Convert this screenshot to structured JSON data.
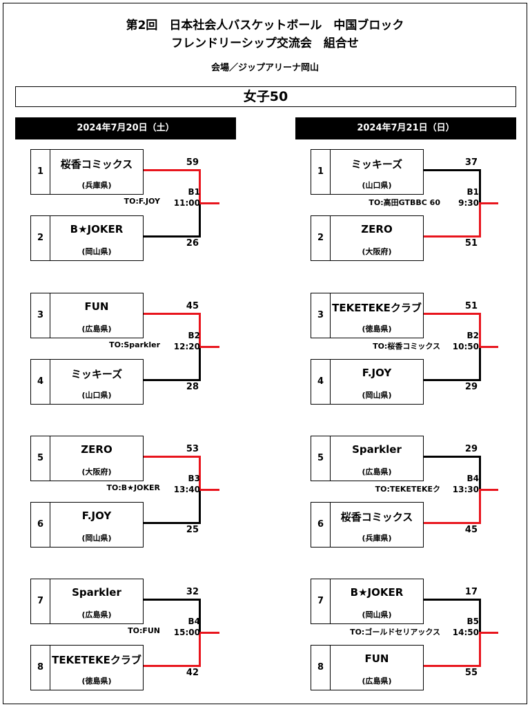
{
  "header": {
    "title_line1": "第2回　日本社会人バスケットボール　中国ブロック",
    "title_line2": "フレンドリーシップ交流会　組合せ",
    "venue": "会場／ジップアリーナ岡山",
    "category": "女子50"
  },
  "days": [
    {
      "date": "2024年7月20日（土）",
      "matches": [
        {
          "top": {
            "seed": "1",
            "name": "桜香コミックス",
            "pref": "(兵庫県)",
            "score": "59"
          },
          "bottom": {
            "seed": "2",
            "name": "B★JOKER",
            "pref": "(岡山県)",
            "score": "26"
          },
          "court": "B1",
          "time": "11:00",
          "to": "TO:F.JOY",
          "winner": "top"
        },
        {
          "top": {
            "seed": "3",
            "name": "FUN",
            "pref": "(広島県)",
            "score": "45"
          },
          "bottom": {
            "seed": "4",
            "name": "ミッキーズ",
            "pref": "(山口県)",
            "score": "28"
          },
          "court": "B2",
          "time": "12:20",
          "to": "TO:Sparkler",
          "winner": "top"
        },
        {
          "top": {
            "seed": "5",
            "name": "ZERO",
            "pref": "(大阪府)",
            "score": "53"
          },
          "bottom": {
            "seed": "6",
            "name": "F.JOY",
            "pref": "(岡山県)",
            "score": "25"
          },
          "court": "B3",
          "time": "13:40",
          "to": "TO:B★JOKER",
          "winner": "top"
        },
        {
          "top": {
            "seed": "7",
            "name": "Sparkler",
            "pref": "(広島県)",
            "score": "32"
          },
          "bottom": {
            "seed": "8",
            "name": "TEKETEKEクラブ",
            "pref": "(徳島県)",
            "score": "42"
          },
          "court": "B4",
          "time": "15:00",
          "to": "TO:FUN",
          "winner": "bottom"
        }
      ]
    },
    {
      "date": "2024年7月21日（日）",
      "matches": [
        {
          "top": {
            "seed": "1",
            "name": "ミッキーズ",
            "pref": "(山口県)",
            "score": "37"
          },
          "bottom": {
            "seed": "2",
            "name": "ZERO",
            "pref": "(大阪府)",
            "score": "51"
          },
          "court": "B1",
          "time": "9:30",
          "to": "TO:高田GTBBC 60",
          "winner": "bottom"
        },
        {
          "top": {
            "seed": "3",
            "name": "TEKETEKEクラブ",
            "pref": "(徳島県)",
            "score": "51"
          },
          "bottom": {
            "seed": "4",
            "name": "F.JOY",
            "pref": "(岡山県)",
            "score": "29"
          },
          "court": "B2",
          "time": "10:50",
          "to": "TO:桜香コミックス",
          "winner": "top"
        },
        {
          "top": {
            "seed": "5",
            "name": "Sparkler",
            "pref": "(広島県)",
            "score": "29"
          },
          "bottom": {
            "seed": "6",
            "name": "桜香コミックス",
            "pref": "(兵庫県)",
            "score": "45"
          },
          "court": "B4",
          "time": "13:30",
          "to": "TO:TEKETEKEク",
          "winner": "bottom"
        },
        {
          "top": {
            "seed": "7",
            "name": "B★JOKER",
            "pref": "(岡山県)",
            "score": "17"
          },
          "bottom": {
            "seed": "8",
            "name": "FUN",
            "pref": "(広島県)",
            "score": "55"
          },
          "court": "B5",
          "time": "14:50",
          "to": "TO:ゴールドセリアックス",
          "winner": "bottom"
        }
      ]
    }
  ]
}
